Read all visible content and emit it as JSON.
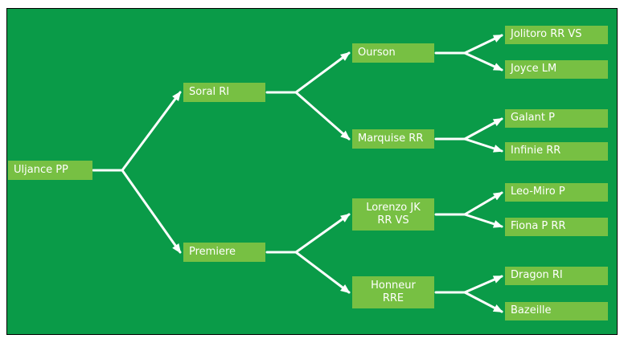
{
  "colors": {
    "page_background": "#ffffff",
    "panel_background": "#0a9b48",
    "panel_border": "#000000",
    "node_background": "#77c043",
    "node_text": "#ffffff",
    "arrow": "#ffffff"
  },
  "pedigree": {
    "root": {
      "label": "Uljance PP"
    },
    "gen2": [
      {
        "label": "Soral RI"
      },
      {
        "label": "Premiere"
      }
    ],
    "gen3": [
      {
        "label": "Ourson"
      },
      {
        "label": "Marquise RR"
      },
      {
        "label": "Lorenzo JK\nRR VS"
      },
      {
        "label": "Honneur\nRRE"
      }
    ],
    "gen4": [
      {
        "label": "Jolitoro RR VS"
      },
      {
        "label": "Joyce LM"
      },
      {
        "label": "Galant P"
      },
      {
        "label": "Infinie RR"
      },
      {
        "label": "Leo-Miro P"
      },
      {
        "label": "Fiona P RR"
      },
      {
        "label": "Dragon RI"
      },
      {
        "label": "Bazeille"
      }
    ]
  }
}
